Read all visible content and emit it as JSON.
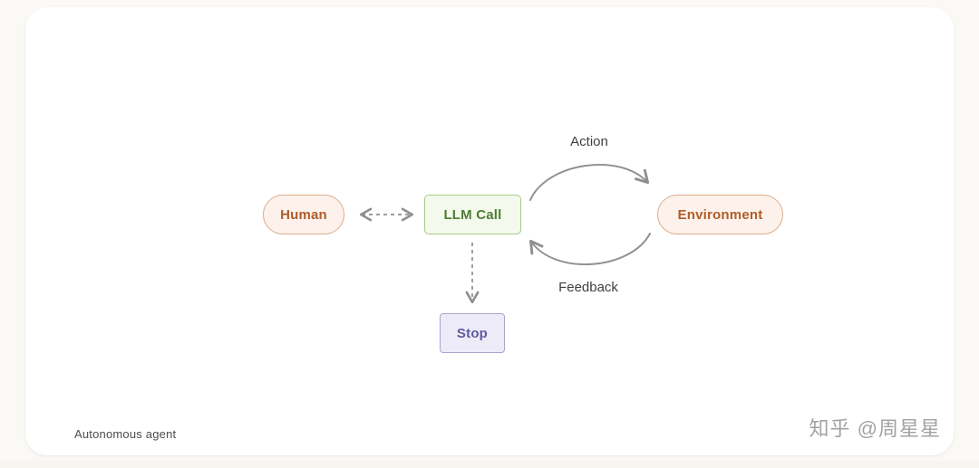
{
  "diagram": {
    "caption": "Autonomous agent",
    "nodes": {
      "human": {
        "label": "Human"
      },
      "llm_call": {
        "label": "LLM Call"
      },
      "environment": {
        "label": "Environment"
      },
      "stop": {
        "label": "Stop"
      }
    },
    "edges": {
      "human_llm": {
        "type": "dashed-double-arrow"
      },
      "llm_stop": {
        "type": "dashed-arrow",
        "direction": "down"
      },
      "action": {
        "label": "Action",
        "type": "curved-arrow",
        "from": "llm_call",
        "to": "environment"
      },
      "feedback": {
        "label": "Feedback",
        "type": "curved-arrow",
        "from": "environment",
        "to": "llm_call"
      }
    },
    "colors": {
      "canvas_background": "#faf9f5",
      "card_background": "#ffffff",
      "human_fill": "#fdf2eb",
      "human_border": "#dcab8b",
      "human_text": "#b05c2a",
      "llm_fill": "#f3f9ec",
      "llm_border": "#a9c98b",
      "llm_text": "#4e7d33",
      "environment_fill": "#fdf2eb",
      "environment_border": "#dcab8b",
      "environment_text": "#b05c2a",
      "stop_fill": "#edebf7",
      "stop_border": "#a9a4cc",
      "stop_text": "#605a9e",
      "arrow": "#8f8f8f",
      "edge_label_text": "#3f3f3f"
    }
  },
  "watermark": {
    "text": "知乎 @周星星"
  }
}
